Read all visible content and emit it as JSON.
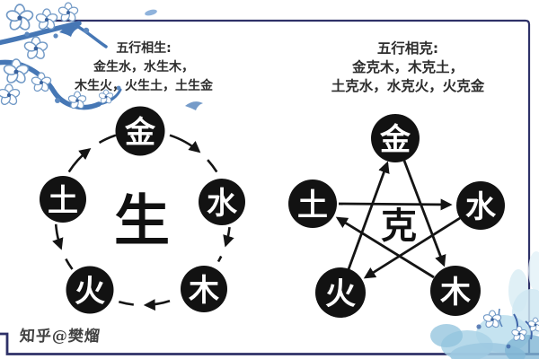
{
  "left_panel": {
    "title": "五行相生:",
    "line1": "金生水，水生木，",
    "line2": "木生火，火生土，土生金",
    "center_label": "生",
    "nodes": {
      "top": "金",
      "right": "水",
      "bottom_right": "木",
      "bottom_left": "火",
      "left": "土"
    }
  },
  "right_panel": {
    "title": "五行相克:",
    "line1": "金克木，木克土，",
    "line2": "土克水，水克火，火克金",
    "center_label": "克",
    "nodes": {
      "top": "金",
      "right": "水",
      "bottom_right": "木",
      "bottom_left": "火",
      "left": "土"
    }
  },
  "watermark": "知乎@樊熘",
  "colors": {
    "ink": "#141414",
    "frame_navy": "#2e3168",
    "branch_blue": "#4677b5",
    "wash_blue": "#a9d2e6"
  }
}
